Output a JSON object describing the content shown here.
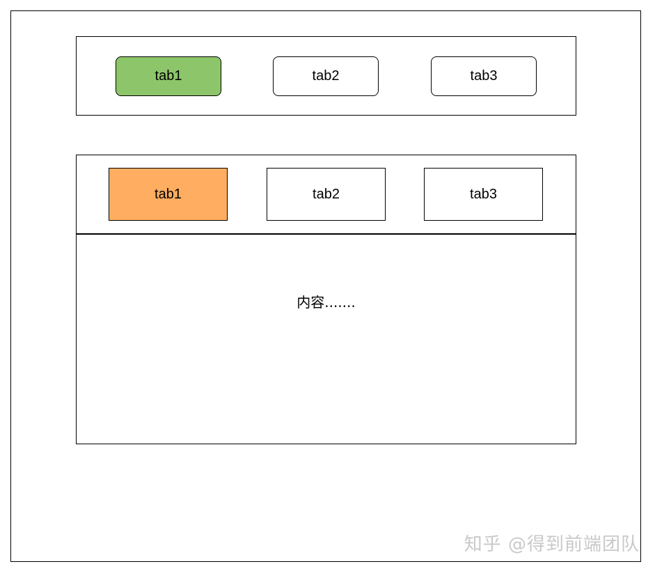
{
  "top_tabs": {
    "active_color": "#8dc66a",
    "items": [
      {
        "label": "tab1",
        "active": true
      },
      {
        "label": "tab2",
        "active": false
      },
      {
        "label": "tab3",
        "active": false
      }
    ]
  },
  "bottom_tabs": {
    "active_color": "#ffad60",
    "items": [
      {
        "label": "tab1",
        "active": true
      },
      {
        "label": "tab2",
        "active": false
      },
      {
        "label": "tab3",
        "active": false
      }
    ]
  },
  "content": {
    "text": "内容......."
  },
  "watermark": {
    "text": "知乎 @得到前端团队"
  }
}
